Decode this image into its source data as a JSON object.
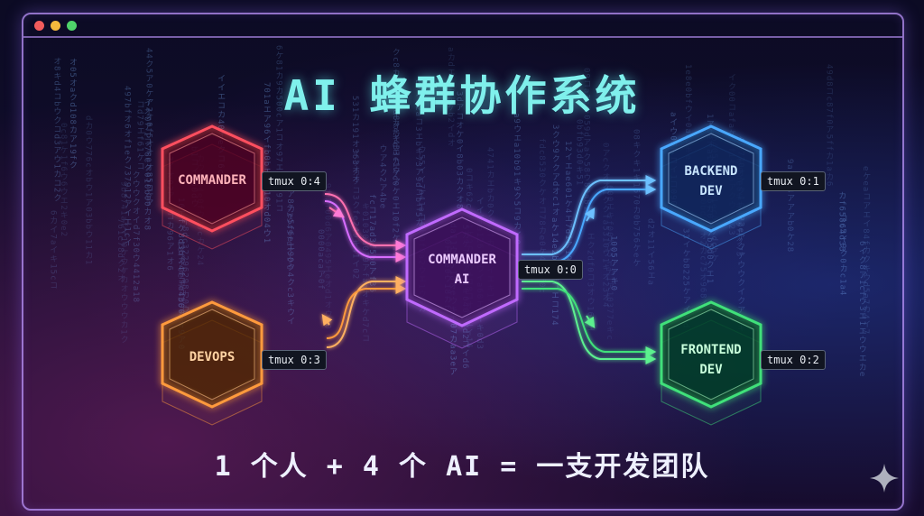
{
  "title": "AI 蜂群协作系统",
  "footer": "1 个人 + 4 个 AI = 一支开发团队",
  "nodes": {
    "commander": {
      "label": "COMMANDER",
      "tmux": "tmux 0:4",
      "color": "#ff4f5e"
    },
    "devops": {
      "label": "DEVOPS",
      "tmux": "tmux 0:3",
      "color": "#ff9a3c"
    },
    "commander_ai": {
      "label_line1": "COMMANDER",
      "label_line2": "AI",
      "tmux": "tmux 0:0",
      "color": "#c06bff"
    },
    "backend": {
      "label_line1": "BACKEND",
      "label_line2": "DEV",
      "tmux": "tmux 0:1",
      "color": "#4aa8ff"
    },
    "frontend": {
      "label_line1": "FRONTEND",
      "label_line2": "DEV",
      "tmux": "tmux 0:2",
      "color": "#3fe07a"
    }
  },
  "window_controls": {
    "close_color": "#f25c5c",
    "minimize_color": "#f5b93d",
    "maximize_color": "#4fd36a"
  },
  "icons": {
    "corner": "sparkle-icon"
  }
}
